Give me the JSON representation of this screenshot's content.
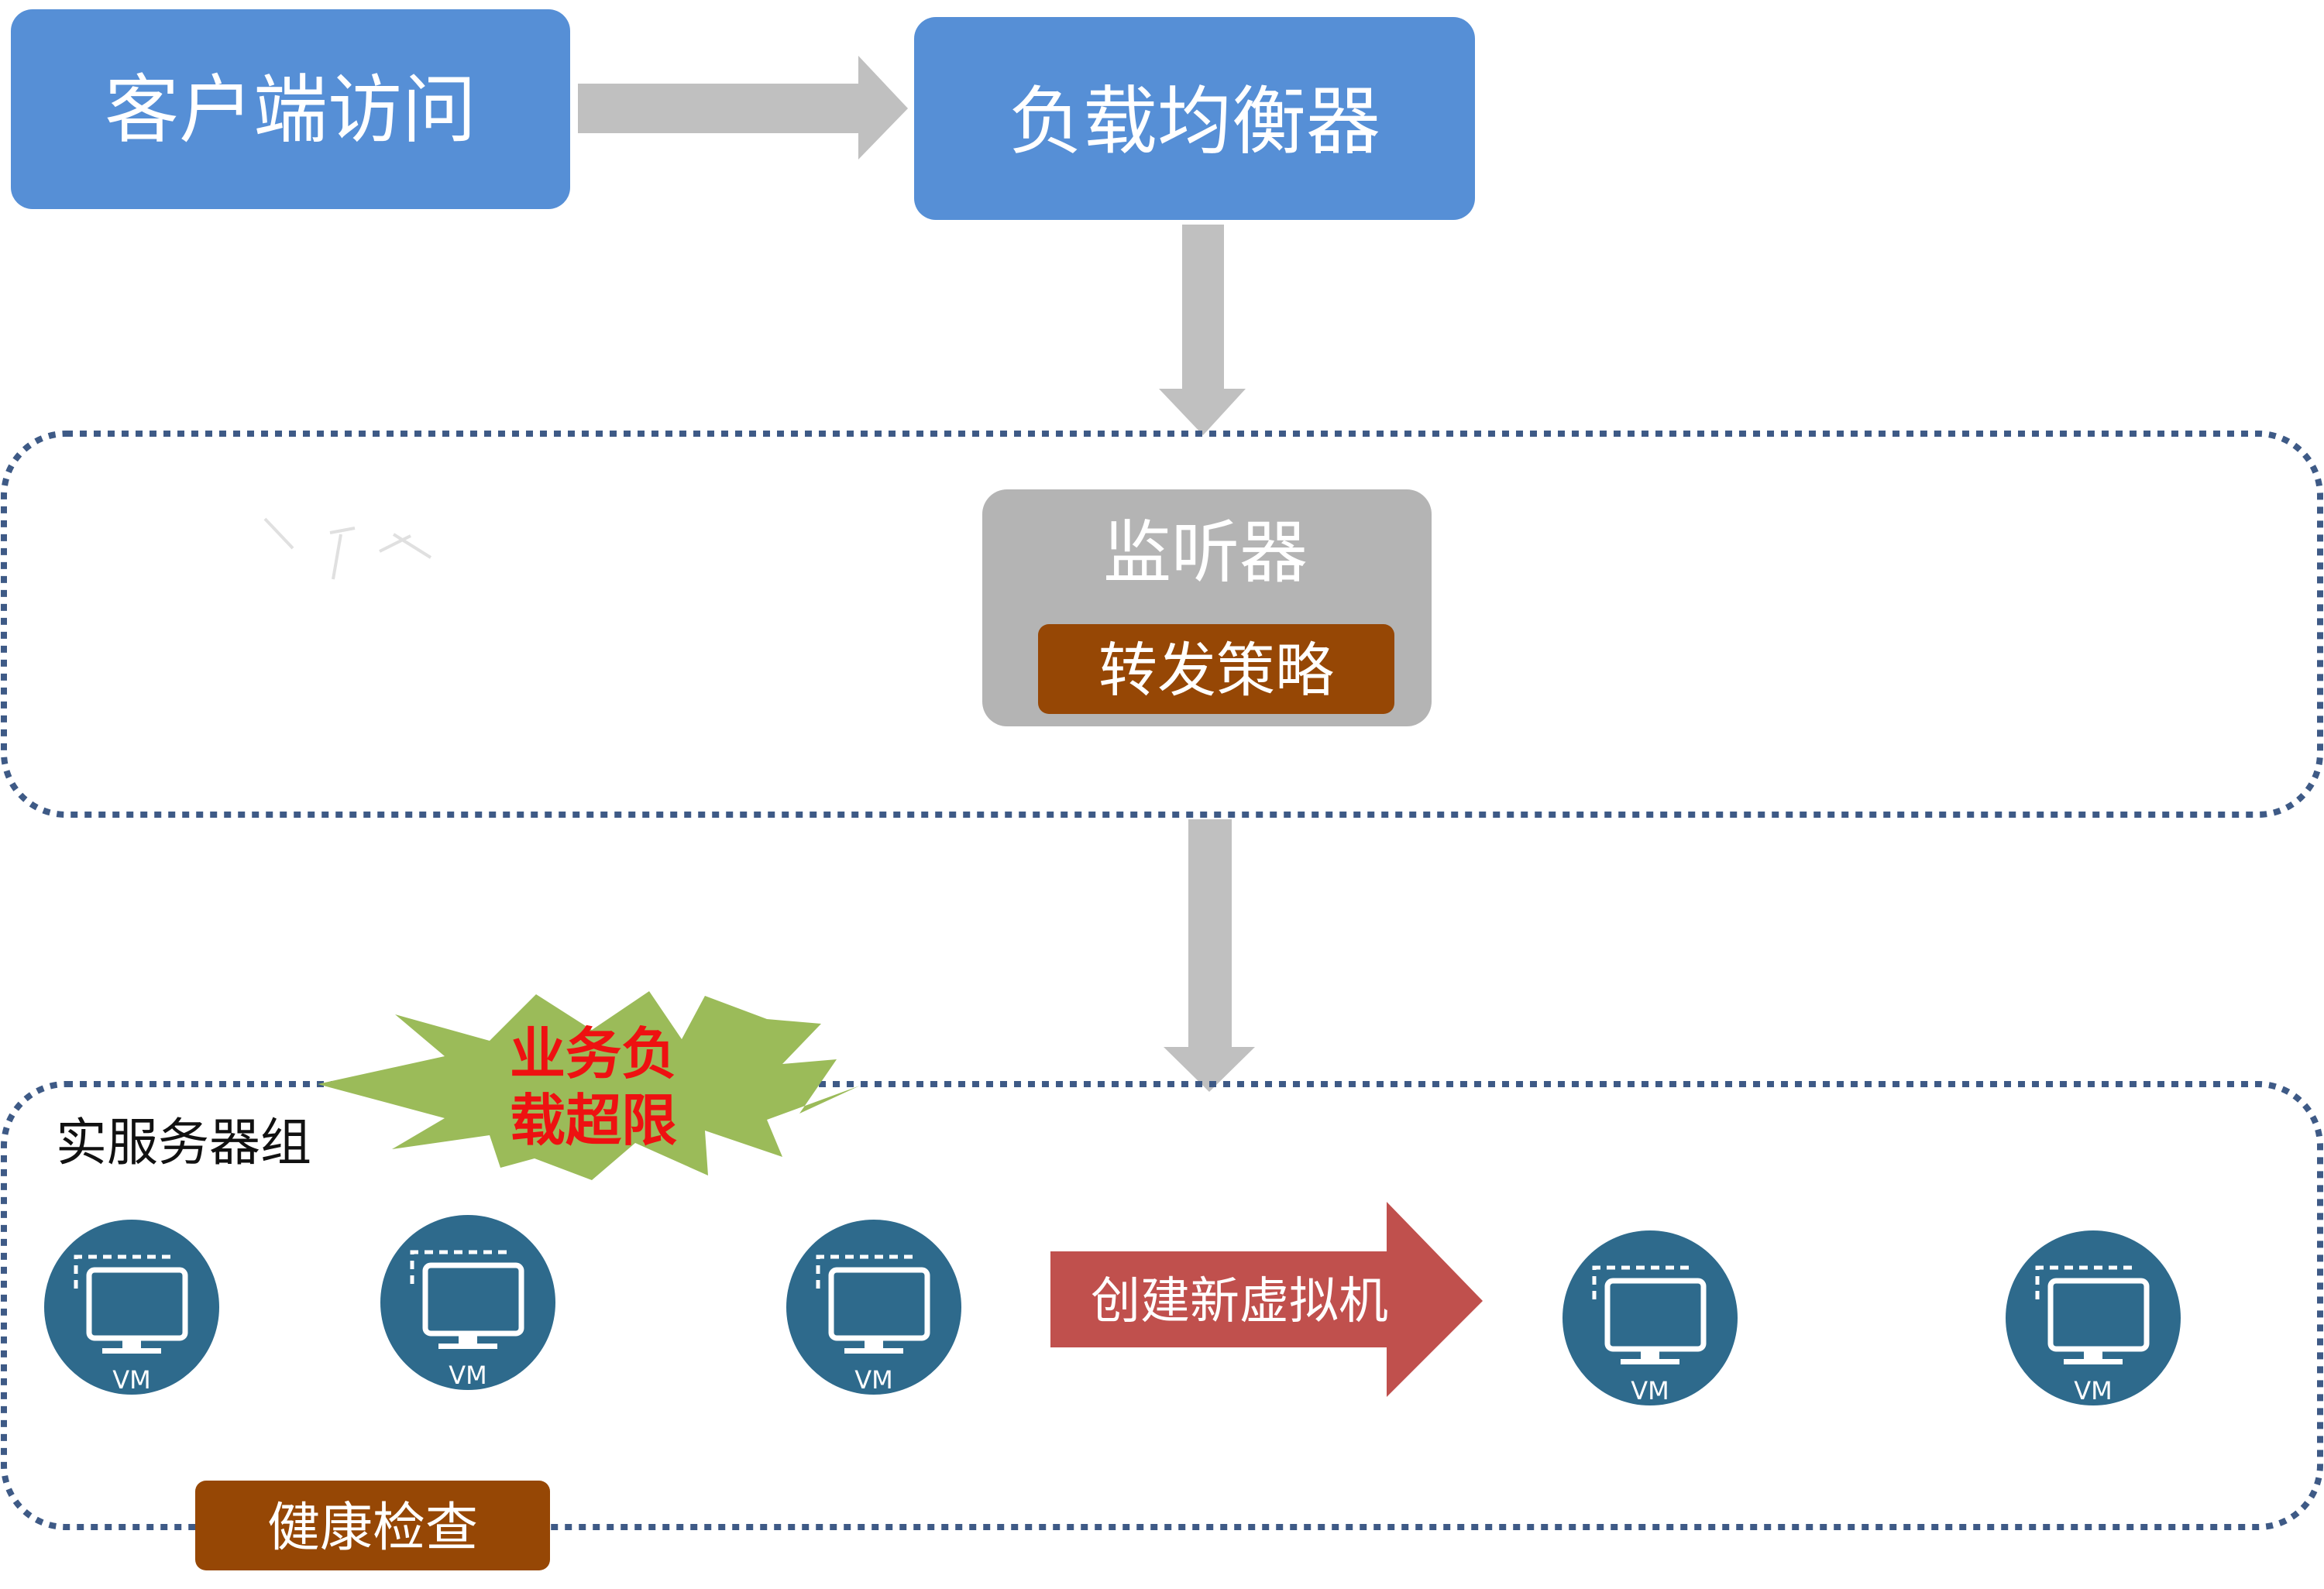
{
  "nodes": {
    "client": {
      "label": "客户端访问"
    },
    "load_balancer": {
      "label": "负载均衡器"
    },
    "listener": {
      "label": "监听器"
    },
    "forwarding_policy": {
      "label": "转发策略"
    },
    "server_group": {
      "label": "实服务器组"
    },
    "overload_burst": {
      "line1": "业务负",
      "line2": "载超限"
    },
    "create_vm_arrow": {
      "label": "创建新虚拟机"
    },
    "health_check": {
      "label": "健康检查"
    }
  },
  "vms": [
    {
      "label": "VM"
    },
    {
      "label": "VM"
    },
    {
      "label": "VM"
    },
    {
      "label": "VM"
    },
    {
      "label": "VM"
    }
  ],
  "colors": {
    "blue_box": "#568fd6",
    "gray_box": "#b4b4b4",
    "brown_box": "#964705",
    "arrow_gray": "#c0c0c0",
    "dotted_border": "#3e5a86",
    "vm_circle": "#2e6a8c",
    "burst_green": "#9bbb59",
    "burst_text": "#ee1111",
    "red_arrow": "#c0504d"
  }
}
